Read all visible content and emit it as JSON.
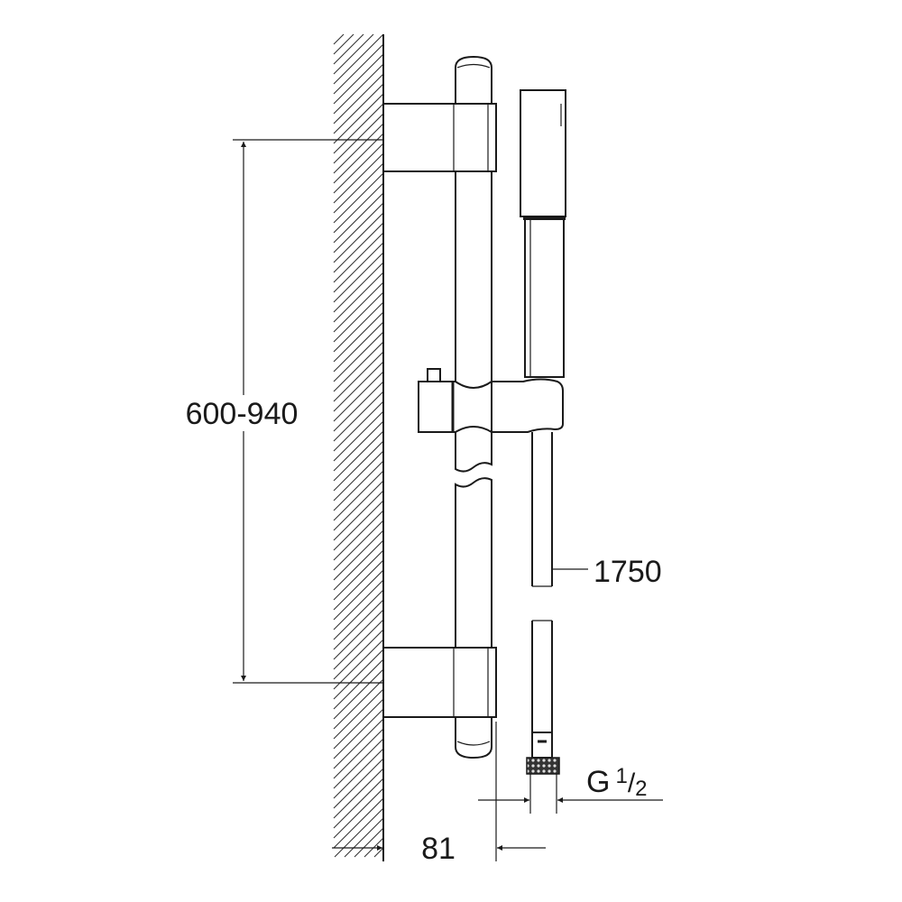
{
  "drawing": {
    "dimensions": {
      "bracket_spacing": "600-940",
      "hose_length": "1750",
      "wall_offset": "81",
      "connection_thread": "G",
      "connection_thread_num": "1",
      "connection_thread_den": "2"
    }
  }
}
